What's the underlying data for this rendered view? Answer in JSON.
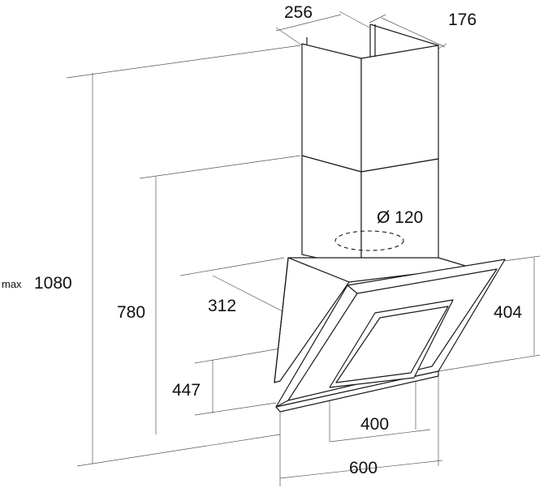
{
  "labels": {
    "chimney_width": "256",
    "chimney_depth": "176",
    "duct_diameter": "Ø 120",
    "max_prefix": "max",
    "max_height": "1080",
    "min_height": "780",
    "canopy_depth": "312",
    "canopy_height": "404",
    "bottom_height": "447",
    "panel_width": "400",
    "hood_width": "600"
  }
}
